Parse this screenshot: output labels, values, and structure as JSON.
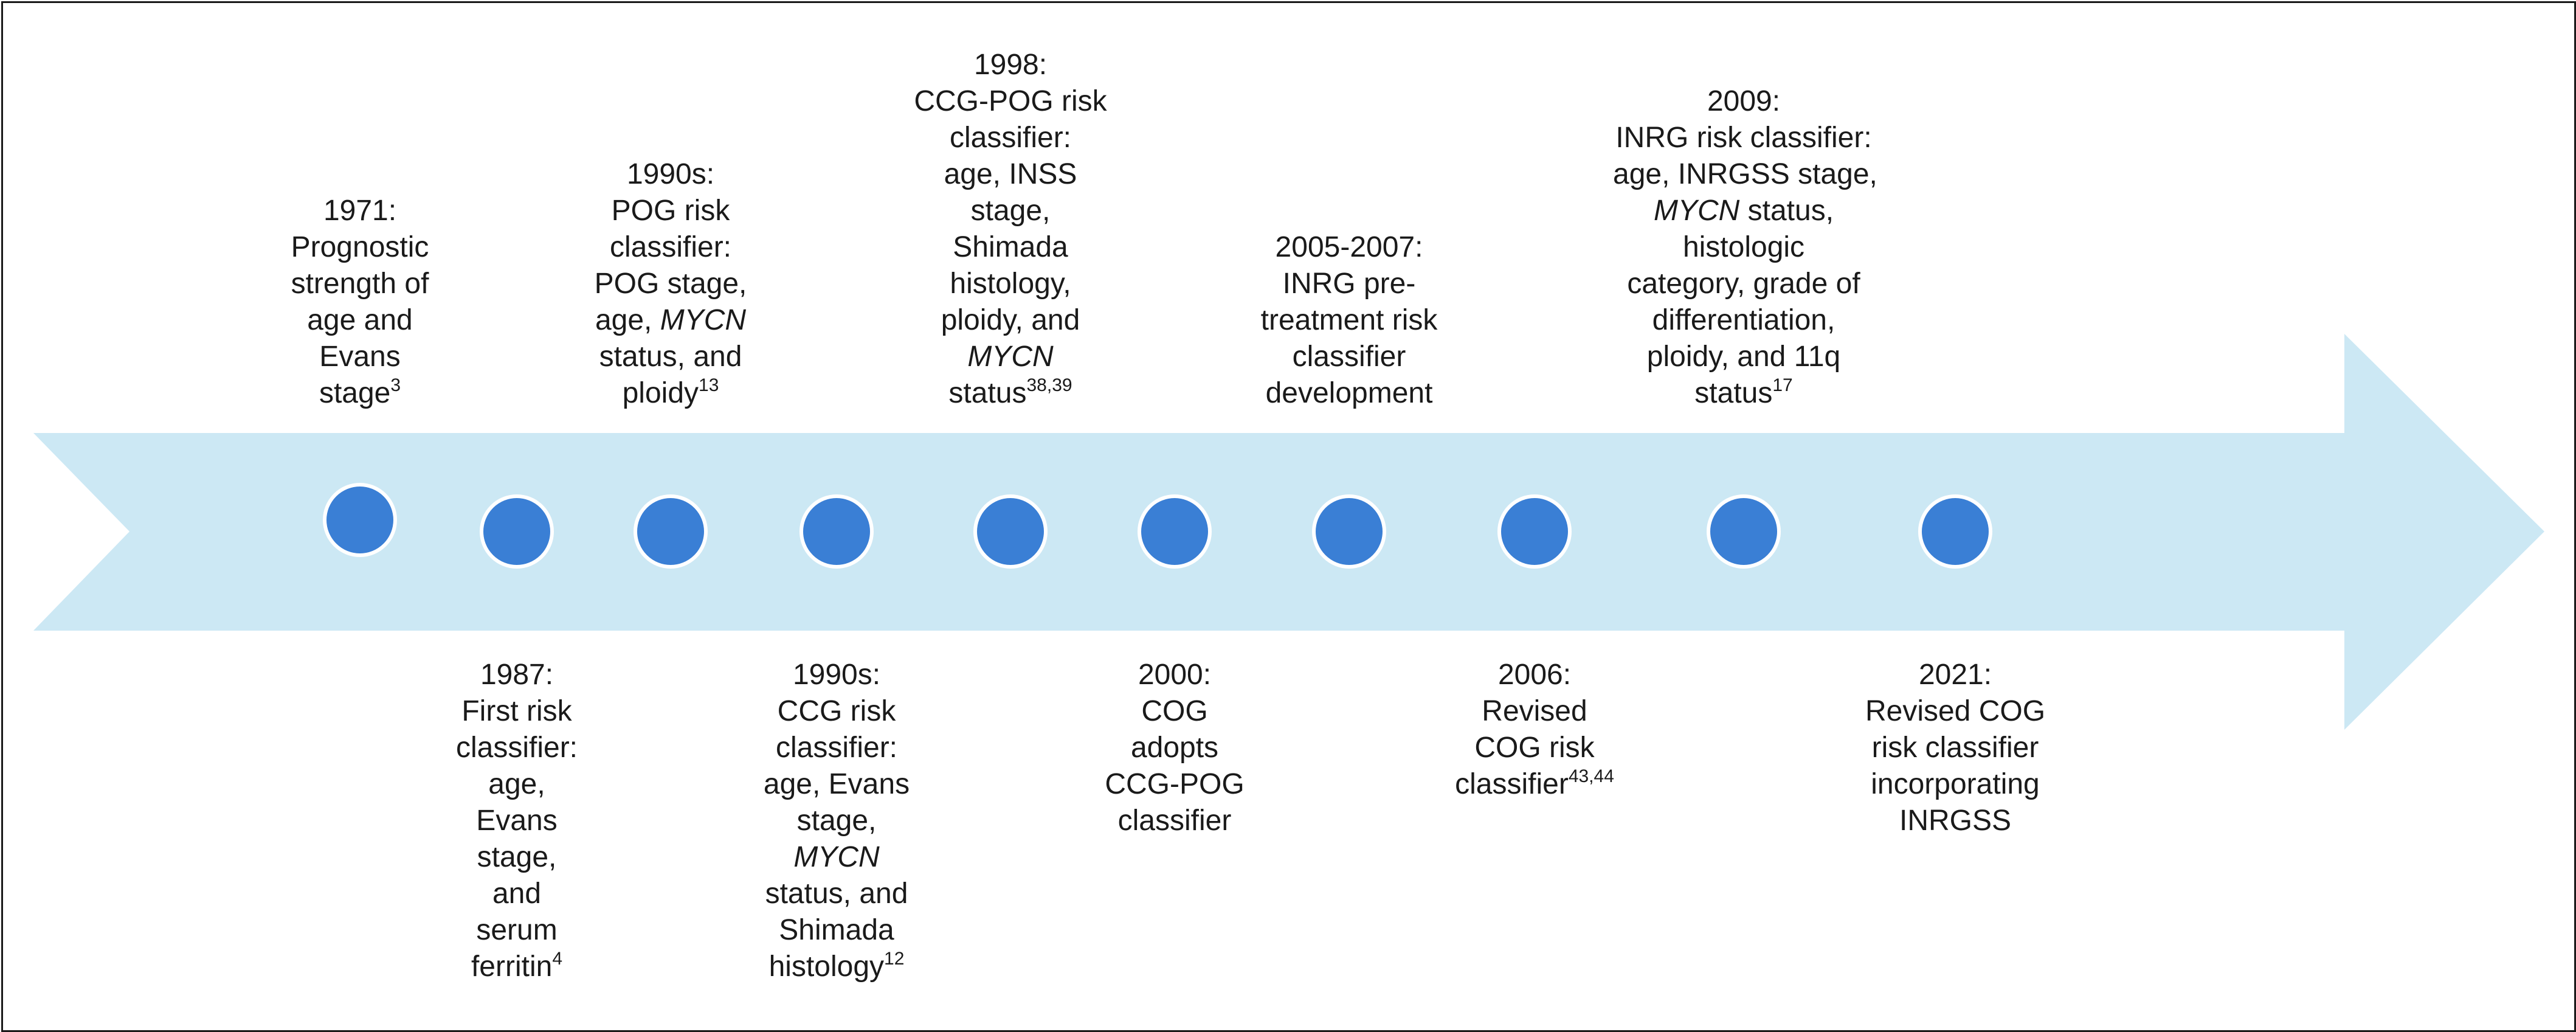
{
  "colors": {
    "arrow": "#cce8f4",
    "dot": "#3a7fd5",
    "dot_border": "#ffffff",
    "text": "#1a1a1a"
  },
  "milestones": [
    {
      "position": "above",
      "lines": [
        [
          {
            "t": "1971:"
          }
        ],
        [
          {
            "t": "Prognostic"
          }
        ],
        [
          {
            "t": "strength of"
          }
        ],
        [
          {
            "t": "age and"
          }
        ],
        [
          {
            "t": "Evans"
          }
        ],
        [
          {
            "t": "stage"
          },
          {
            "t": "3",
            "sup": true
          }
        ]
      ]
    },
    {
      "position": "below",
      "lines": [
        [
          {
            "t": "1987:"
          }
        ],
        [
          {
            "t": "First risk"
          }
        ],
        [
          {
            "t": "classifier:"
          }
        ],
        [
          {
            "t": "age,"
          }
        ],
        [
          {
            "t": "Evans"
          }
        ],
        [
          {
            "t": "stage,"
          }
        ],
        [
          {
            "t": "and"
          }
        ],
        [
          {
            "t": "serum"
          }
        ],
        [
          {
            "t": "ferritin"
          },
          {
            "t": "4",
            "sup": true
          }
        ]
      ]
    },
    {
      "position": "above",
      "lines": [
        [
          {
            "t": "1990s:"
          }
        ],
        [
          {
            "t": "POG risk"
          }
        ],
        [
          {
            "t": "classifier:"
          }
        ],
        [
          {
            "t": "POG stage,"
          }
        ],
        [
          {
            "t": "age, "
          },
          {
            "t": "MYCN",
            "em": true
          }
        ],
        [
          {
            "t": "status, and"
          }
        ],
        [
          {
            "t": "ploidy"
          },
          {
            "t": "13",
            "sup": true
          }
        ]
      ]
    },
    {
      "position": "below",
      "lines": [
        [
          {
            "t": "1990s:"
          }
        ],
        [
          {
            "t": "CCG risk"
          }
        ],
        [
          {
            "t": "classifier:"
          }
        ],
        [
          {
            "t": "age, Evans"
          }
        ],
        [
          {
            "t": "stage,"
          }
        ],
        [
          {
            "t": "MYCN",
            "em": true
          }
        ],
        [
          {
            "t": "status, and"
          }
        ],
        [
          {
            "t": "Shimada"
          }
        ],
        [
          {
            "t": "histology"
          },
          {
            "t": "12",
            "sup": true
          }
        ]
      ]
    },
    {
      "position": "above",
      "lines": [
        [
          {
            "t": "1998:"
          }
        ],
        [
          {
            "t": "CCG-POG risk"
          }
        ],
        [
          {
            "t": "classifier:"
          }
        ],
        [
          {
            "t": "age, INSS"
          }
        ],
        [
          {
            "t": "stage,"
          }
        ],
        [
          {
            "t": "Shimada"
          }
        ],
        [
          {
            "t": "histology,"
          }
        ],
        [
          {
            "t": "ploidy, and"
          }
        ],
        [
          {
            "t": "MYCN",
            "em": true
          }
        ],
        [
          {
            "t": "status"
          },
          {
            "t": "38,39",
            "sup": true
          }
        ]
      ]
    },
    {
      "position": "below",
      "lines": [
        [
          {
            "t": "2000:"
          }
        ],
        [
          {
            "t": "COG"
          }
        ],
        [
          {
            "t": "adopts"
          }
        ],
        [
          {
            "t": "CCG-POG"
          }
        ],
        [
          {
            "t": "classifier"
          }
        ]
      ]
    },
    {
      "position": "above",
      "lines": [
        [
          {
            "t": "2005-2007:"
          }
        ],
        [
          {
            "t": "INRG pre-"
          }
        ],
        [
          {
            "t": "treatment risk"
          }
        ],
        [
          {
            "t": "classifier"
          }
        ],
        [
          {
            "t": "development"
          }
        ]
      ]
    },
    {
      "position": "below",
      "lines": [
        [
          {
            "t": "2006:"
          }
        ],
        [
          {
            "t": "Revised"
          }
        ],
        [
          {
            "t": "COG risk"
          }
        ],
        [
          {
            "t": "classifier"
          },
          {
            "t": "43,44",
            "sup": true
          }
        ]
      ]
    },
    {
      "position": "above",
      "lines": [
        [
          {
            "t": "2009:"
          }
        ],
        [
          {
            "t": "INRG risk classifier:"
          }
        ],
        [
          {
            "t": "age, INRGSS stage,"
          }
        ],
        [
          {
            "t": "MYCN",
            "em": true
          },
          {
            "t": " status,"
          }
        ],
        [
          {
            "t": "histologic"
          }
        ],
        [
          {
            "t": "category, grade of"
          }
        ],
        [
          {
            "t": "differentiation,"
          }
        ],
        [
          {
            "t": "ploidy, and 11q"
          }
        ],
        [
          {
            "t": "status"
          },
          {
            "t": "17",
            "sup": true
          }
        ]
      ]
    },
    {
      "position": "below",
      "lines": [
        [
          {
            "t": "2021:"
          }
        ],
        [
          {
            "t": "Revised COG"
          }
        ],
        [
          {
            "t": "risk classifier"
          }
        ],
        [
          {
            "t": "incorporating"
          }
        ],
        [
          {
            "t": "INRGSS"
          }
        ]
      ]
    }
  ]
}
